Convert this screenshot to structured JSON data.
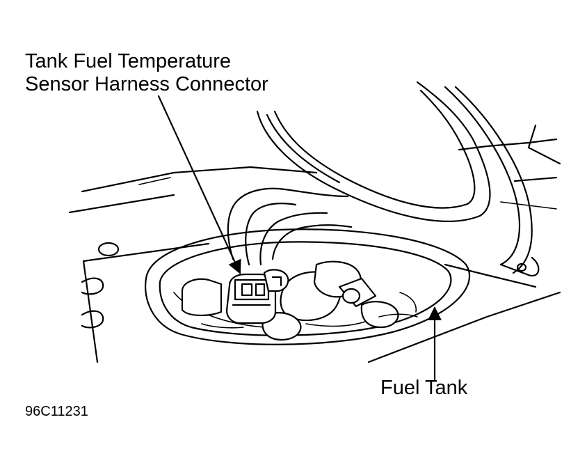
{
  "labels": {
    "sensor_connector_line1": "Tank Fuel Temperature",
    "sensor_connector_line2": "Sensor Harness Connector",
    "fuel_tank": "Fuel Tank",
    "figure_id": "96C11231"
  },
  "colors": {
    "ink": "#000000",
    "background": "#ffffff"
  }
}
